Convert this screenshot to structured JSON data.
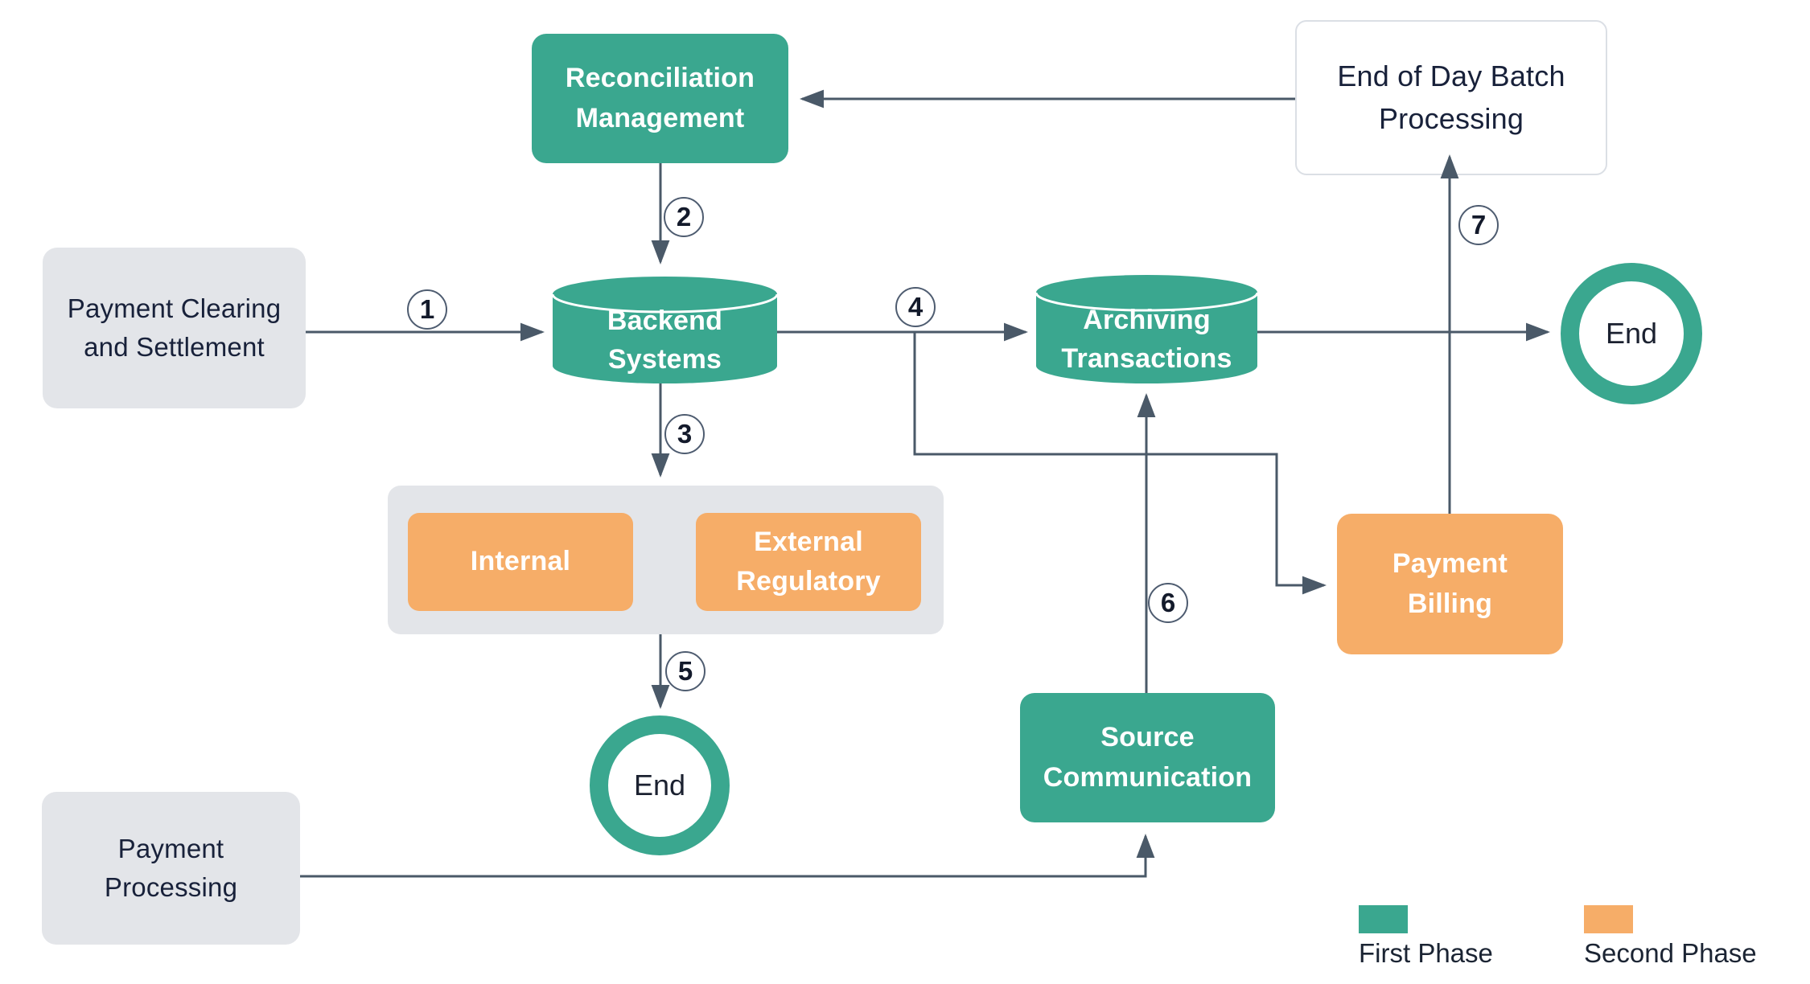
{
  "colors": {
    "first_phase_green": "#3aa78f",
    "second_phase_orange": "#f6ad68",
    "connector_line": "#4a5968",
    "neutral_gray_box": "#e3e5e9"
  },
  "nodes": {
    "reconciliation": {
      "label": "Reconciliation Management"
    },
    "end_of_day": {
      "label": "End of Day Batch Processing"
    },
    "payment_clearing": {
      "label": "Payment Clearing and Settlement"
    },
    "backend": {
      "label": "Backend Systems"
    },
    "archiving": {
      "label": "Archiving Transactions"
    },
    "internal": {
      "label": "Internal"
    },
    "external": {
      "label": "External Regulatory"
    },
    "end_right": {
      "label": "End"
    },
    "end_bottom": {
      "label": "End"
    },
    "payment_processing": {
      "label": "Payment Processing"
    },
    "source_communication": {
      "label": "Source Communication"
    },
    "payment_billing": {
      "label": "Payment Billing"
    }
  },
  "badges": [
    {
      "value": "1"
    },
    {
      "value": "2"
    },
    {
      "value": "3"
    },
    {
      "value": "4"
    },
    {
      "value": "5"
    },
    {
      "value": "6"
    },
    {
      "value": "7"
    }
  ],
  "legend": {
    "items": [
      {
        "label": "First Phase",
        "color": "#3aa78f"
      },
      {
        "label": "Second Phase",
        "color": "#f6ad68"
      }
    ]
  }
}
